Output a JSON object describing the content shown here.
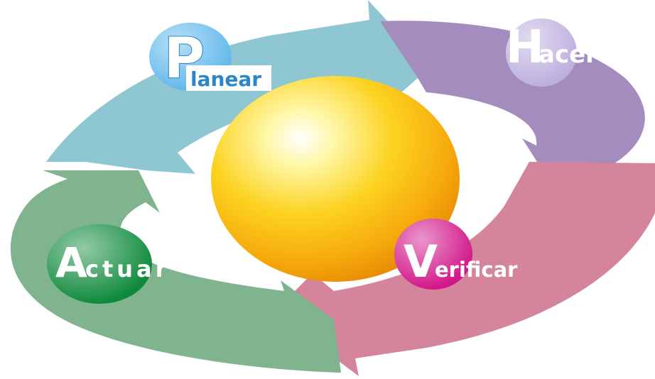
{
  "diagram": {
    "phases": {
      "plan": {
        "initial": "P",
        "rest": "lanear",
        "color": "#8ec6d2",
        "badge": "#62b8ec"
      },
      "do": {
        "initial": "H",
        "rest": "acer",
        "color": "#a48cbf",
        "badge": "#bdb0de"
      },
      "check": {
        "initial": "V",
        "rest": "erificar",
        "color": "#d4849b",
        "badge": "#d2178a"
      },
      "act": {
        "initial": "A",
        "rest": "ctuar",
        "color": "#7fb48f",
        "badge": "#0f8a3c"
      }
    },
    "center_color": "#fbc51a"
  }
}
